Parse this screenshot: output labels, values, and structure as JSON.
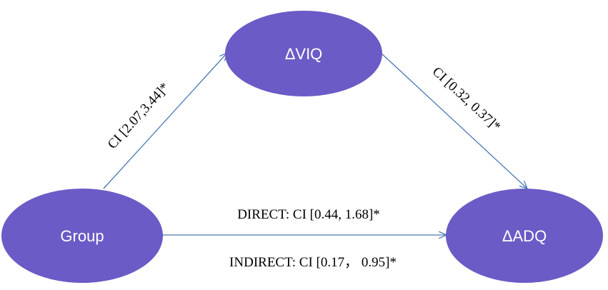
{
  "nodes": {
    "viq": {
      "label": "ΔVIQ"
    },
    "group": {
      "label": "Group"
    },
    "adq": {
      "label": "ΔADQ"
    }
  },
  "edges": {
    "group_to_viq": {
      "label": "CI [2.07,3.44]*"
    },
    "viq_to_adq": {
      "label": "CI [0.32, 0.37]*"
    },
    "direct": {
      "label": "DIRECT: CI [0.44, 1.68]*"
    },
    "indirect": {
      "label": "INDIRECT: CI [0.17， 0.95]*"
    }
  },
  "colors": {
    "node_fill": "#6a5bc6",
    "edge_stroke": "#4a78b4"
  }
}
